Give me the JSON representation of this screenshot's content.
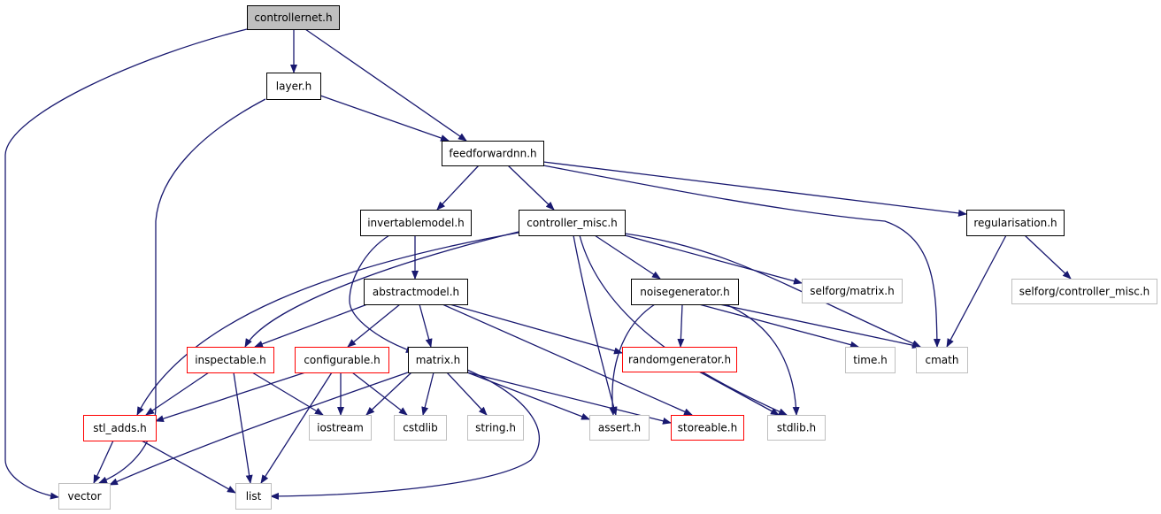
{
  "colors": {
    "edge": "#191970",
    "border_documented": "#000000",
    "border_truncated": "#ff0000",
    "border_external": "#bfbfbf",
    "fill_root": "#bfbfbf",
    "fill_default": "#ffffff",
    "text": "#000000"
  },
  "nodes": [
    {
      "id": "controllernet",
      "label": "controllernet.h",
      "kind": "root"
    },
    {
      "id": "layer",
      "label": "layer.h",
      "kind": "documented"
    },
    {
      "id": "feedforwardnn",
      "label": "feedforwardnn.h",
      "kind": "documented"
    },
    {
      "id": "invertablemodel",
      "label": "invertablemodel.h",
      "kind": "documented"
    },
    {
      "id": "controller_misc",
      "label": "controller_misc.h",
      "kind": "documented"
    },
    {
      "id": "regularisation",
      "label": "regularisation.h",
      "kind": "documented"
    },
    {
      "id": "abstractmodel",
      "label": "abstractmodel.h",
      "kind": "documented"
    },
    {
      "id": "noisegenerator",
      "label": "noisegenerator.h",
      "kind": "documented"
    },
    {
      "id": "selforg_matrix",
      "label": "selforg/matrix.h",
      "kind": "external"
    },
    {
      "id": "selforg_controller_misc",
      "label": "selforg/controller_misc.h",
      "kind": "external"
    },
    {
      "id": "inspectable",
      "label": "inspectable.h",
      "kind": "truncated"
    },
    {
      "id": "configurable",
      "label": "configurable.h",
      "kind": "truncated"
    },
    {
      "id": "matrix",
      "label": "matrix.h",
      "kind": "documented"
    },
    {
      "id": "randomgenerator",
      "label": "randomgenerator.h",
      "kind": "truncated"
    },
    {
      "id": "time",
      "label": "time.h",
      "kind": "external"
    },
    {
      "id": "cmath",
      "label": "cmath",
      "kind": "external"
    },
    {
      "id": "stl_adds",
      "label": "stl_adds.h",
      "kind": "truncated"
    },
    {
      "id": "iostream",
      "label": "iostream",
      "kind": "external"
    },
    {
      "id": "cstdlib",
      "label": "cstdlib",
      "kind": "external"
    },
    {
      "id": "string",
      "label": "string.h",
      "kind": "external"
    },
    {
      "id": "assert",
      "label": "assert.h",
      "kind": "external"
    },
    {
      "id": "storeable",
      "label": "storeable.h",
      "kind": "truncated"
    },
    {
      "id": "stdlib",
      "label": "stdlib.h",
      "kind": "external"
    },
    {
      "id": "vector",
      "label": "vector",
      "kind": "external"
    },
    {
      "id": "list",
      "label": "list",
      "kind": "external"
    }
  ],
  "edges": [
    {
      "from": "controllernet",
      "to": "vector"
    },
    {
      "from": "controllernet",
      "to": "layer"
    },
    {
      "from": "controllernet",
      "to": "feedforwardnn"
    },
    {
      "from": "layer",
      "to": "feedforwardnn"
    },
    {
      "from": "layer",
      "to": "vector"
    },
    {
      "from": "feedforwardnn",
      "to": "invertablemodel"
    },
    {
      "from": "feedforwardnn",
      "to": "controller_misc"
    },
    {
      "from": "feedforwardnn",
      "to": "regularisation"
    },
    {
      "from": "feedforwardnn",
      "to": "cmath"
    },
    {
      "from": "invertablemodel",
      "to": "abstractmodel"
    },
    {
      "from": "invertablemodel",
      "to": "matrix"
    },
    {
      "from": "controller_misc",
      "to": "inspectable"
    },
    {
      "from": "controller_misc",
      "to": "stl_adds"
    },
    {
      "from": "controller_misc",
      "to": "noisegenerator"
    },
    {
      "from": "controller_misc",
      "to": "selforg_matrix"
    },
    {
      "from": "controller_misc",
      "to": "cmath"
    },
    {
      "from": "controller_misc",
      "to": "assert"
    },
    {
      "from": "controller_misc",
      "to": "stdlib"
    },
    {
      "from": "regularisation",
      "to": "selforg_controller_misc"
    },
    {
      "from": "regularisation",
      "to": "cmath"
    },
    {
      "from": "abstractmodel",
      "to": "inspectable"
    },
    {
      "from": "abstractmodel",
      "to": "configurable"
    },
    {
      "from": "abstractmodel",
      "to": "matrix"
    },
    {
      "from": "abstractmodel",
      "to": "randomgenerator"
    },
    {
      "from": "abstractmodel",
      "to": "storeable"
    },
    {
      "from": "noisegenerator",
      "to": "randomgenerator"
    },
    {
      "from": "noisegenerator",
      "to": "assert"
    },
    {
      "from": "noisegenerator",
      "to": "time"
    },
    {
      "from": "noisegenerator",
      "to": "cmath"
    },
    {
      "from": "noisegenerator",
      "to": "stdlib"
    },
    {
      "from": "inspectable",
      "to": "stl_adds"
    },
    {
      "from": "inspectable",
      "to": "iostream"
    },
    {
      "from": "inspectable",
      "to": "list"
    },
    {
      "from": "configurable",
      "to": "stl_adds"
    },
    {
      "from": "configurable",
      "to": "iostream"
    },
    {
      "from": "configurable",
      "to": "cstdlib"
    },
    {
      "from": "configurable",
      "to": "list"
    },
    {
      "from": "matrix",
      "to": "vector"
    },
    {
      "from": "matrix",
      "to": "iostream"
    },
    {
      "from": "matrix",
      "to": "cstdlib"
    },
    {
      "from": "matrix",
      "to": "string"
    },
    {
      "from": "matrix",
      "to": "assert"
    },
    {
      "from": "matrix",
      "to": "storeable"
    },
    {
      "from": "matrix",
      "to": "list"
    },
    {
      "from": "randomgenerator",
      "to": "stdlib"
    },
    {
      "from": "stl_adds",
      "to": "vector"
    },
    {
      "from": "stl_adds",
      "to": "list"
    }
  ]
}
